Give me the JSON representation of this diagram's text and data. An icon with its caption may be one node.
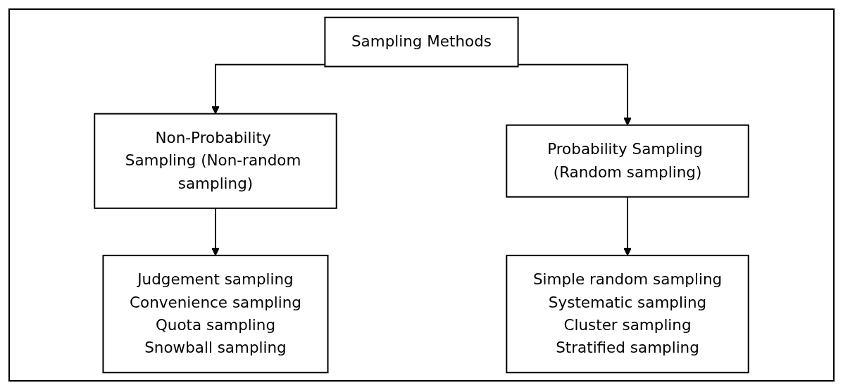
{
  "diagram": {
    "nodes": [
      {
        "text": [
          "Sampling Methods"
        ]
      },
      {
        "text": [
          "Non-Probability Sampling (Non-random sampling)"
        ]
      },
      {
        "text": [
          "Probability Sampling (Random sampling)"
        ]
      },
      {
        "text": [
          "Judgement sampling",
          "Convenience sampling",
          "Quota sampling",
          "Snowball sampling"
        ]
      },
      {
        "text": [
          "Simple random sampling",
          "Systematic sampling",
          "Cluster sampling",
          "Stratified sampling"
        ]
      }
    ],
    "edges": [
      {
        "from": 0,
        "to": 1,
        "arrow": "to"
      },
      {
        "from": 0,
        "to": 2,
        "arrow": "to"
      },
      {
        "from": 1,
        "to": 3,
        "arrow": "to"
      },
      {
        "from": 2,
        "to": 4,
        "arrow": "to"
      }
    ]
  }
}
